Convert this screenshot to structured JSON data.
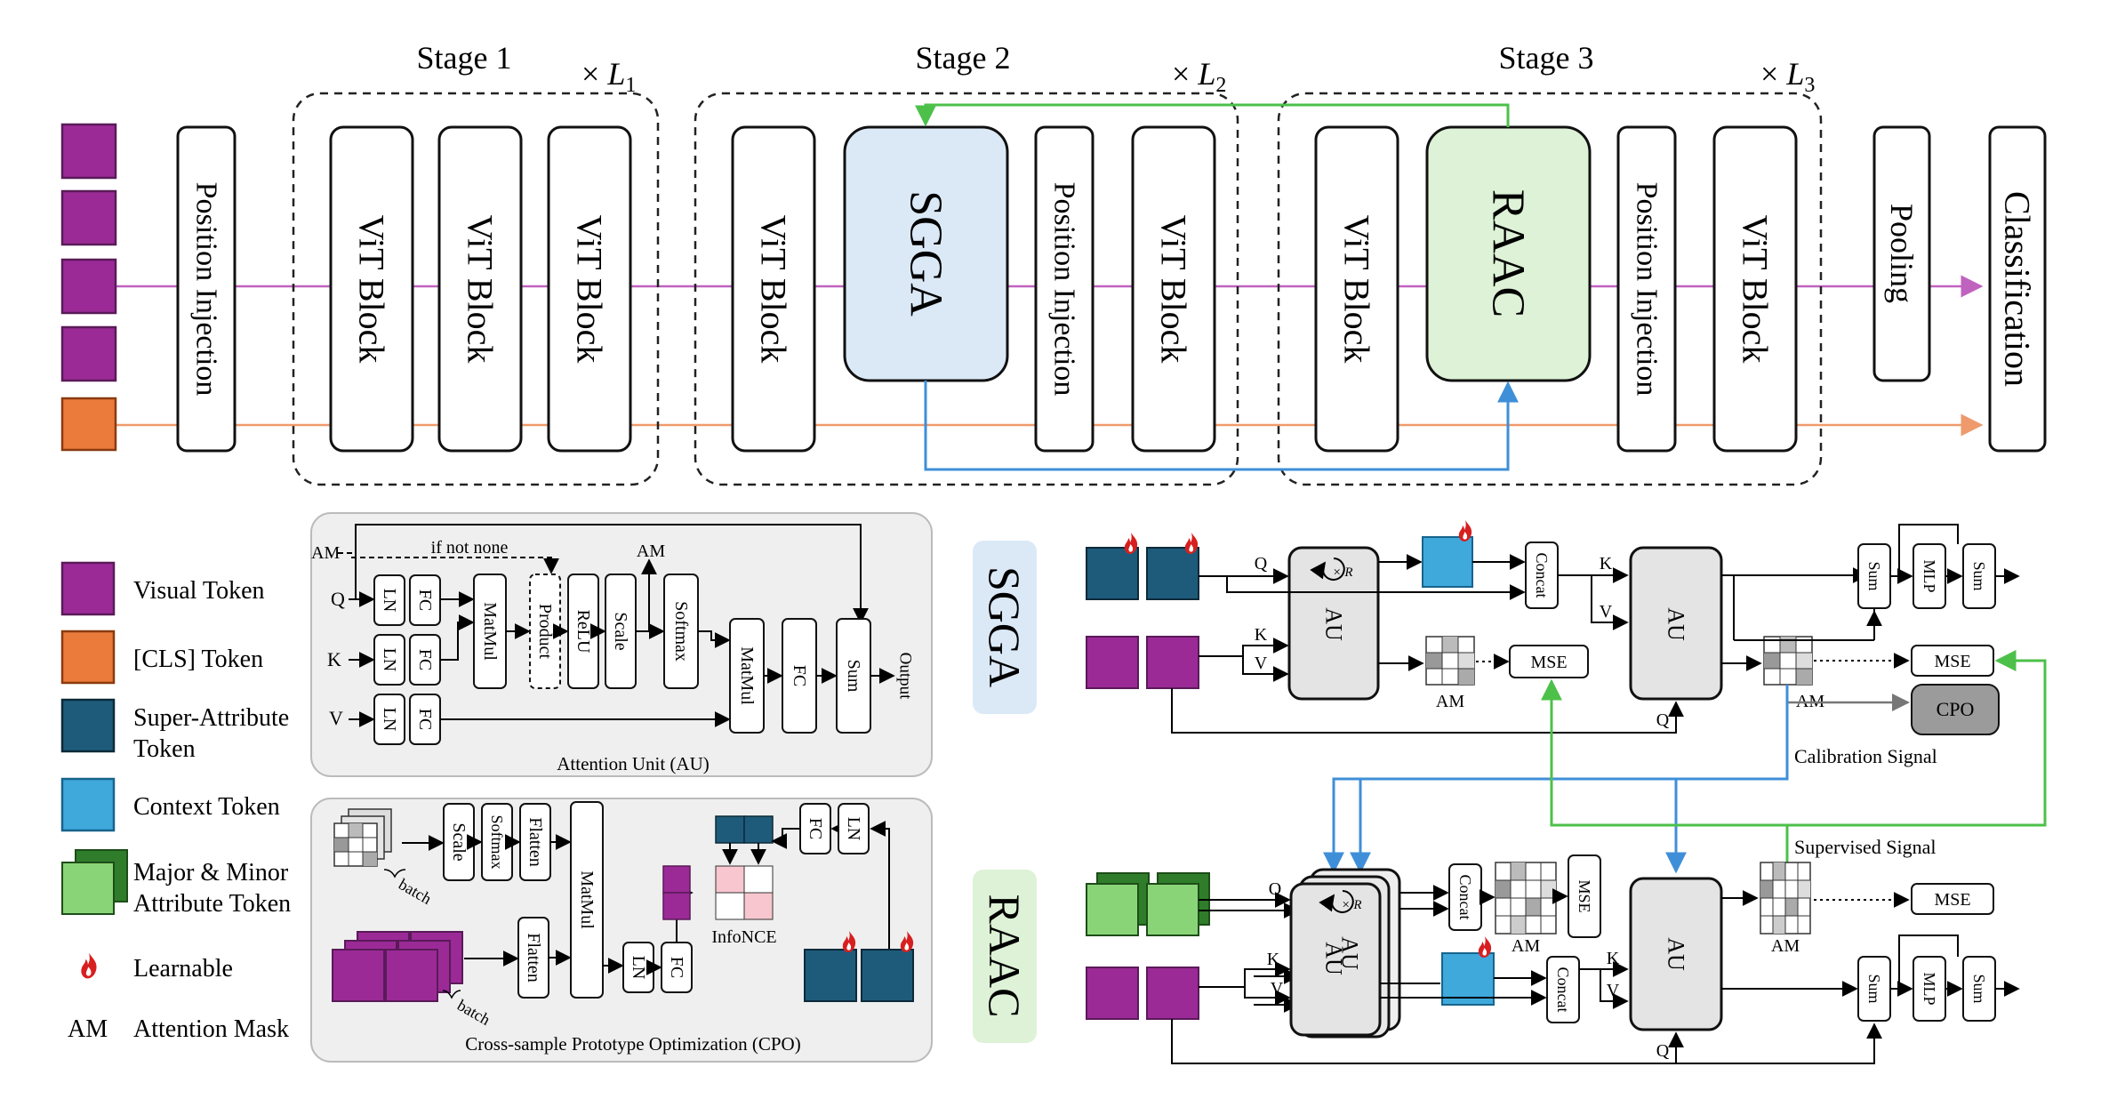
{
  "colors": {
    "visual": "#9b2a97",
    "cls": "#ea7b3b",
    "super": "#1e5b7a",
    "context": "#3fa9dc",
    "attr": "#8ad478",
    "attr_dark": "#2f7d2a",
    "sgga_fill": "#dbe9f7",
    "raac_fill": "#ddf2d6",
    "au_fill": "#e4e4e4",
    "cpo_fill": "#9b9b9b",
    "panel_fill": "#efefef",
    "purple_line": "#c063bf",
    "orange_line": "#ef9a6c",
    "green_line": "#4dc04a",
    "blue_line": "#3f8fd8",
    "pink": "#f7c6cf",
    "flame": "#d71f1f"
  },
  "top": {
    "stage1": "Stage 1",
    "stage2": "Stage 2",
    "stage3": "Stage 3",
    "rep_prefix": "× ",
    "rep1": "L",
    "sub1": "1",
    "rep2": "L",
    "sub2": "2",
    "rep3": "L",
    "sub3": "3",
    "pos_injection": "Position Injection",
    "vit_block": "ViT Block",
    "sgga": "SGGA",
    "raac": "RAAC",
    "pooling": "Pooling",
    "classification": "Classification"
  },
  "legend": {
    "visual": "Visual Token",
    "cls": "[CLS] Token",
    "super1": "Super-Attribute",
    "super2": "Token",
    "context": "Context Token",
    "attr1": "Major & Minor",
    "attr2": "Attribute Token",
    "learnable": "Learnable",
    "am_abbr": "AM",
    "am_full": "Attention Mask"
  },
  "au_panel": {
    "am": "AM",
    "if_not_none": "if not none",
    "q": "Q",
    "k": "K",
    "v": "V",
    "ln": "LN",
    "fc": "FC",
    "matmul": "MatMul",
    "product": "Product",
    "relu": "ReLU",
    "scale": "Scale",
    "am_out": "AM",
    "softmax": "Softmax",
    "matmul2": "MatMul",
    "fc2": "FC",
    "sum": "Sum",
    "output": "Output",
    "caption": "Attention Unit (AU)"
  },
  "cpo_panel": {
    "batch1": "batch",
    "batch2": "batch",
    "scale": "Scale",
    "softmax": "Softmax",
    "flatten1": "Flatten",
    "flatten2": "Flatten",
    "matmul": "MatMul",
    "ln1": "LN",
    "fc1": "FC",
    "fc2": "FC",
    "ln2": "LN",
    "infonce": "InfoNCE",
    "caption": "Cross-sample Prototype Optimization (CPO)"
  },
  "sgga_detail": {
    "label": "SGGA",
    "q": "Q",
    "k": "K",
    "v": "V",
    "au1": "AU",
    "xr": "× R",
    "concat": "Concat",
    "k2": "K",
    "v2": "V",
    "au2": "AU",
    "q2": "Q",
    "am1": "AM",
    "mse1": "MSE",
    "am2": "AM",
    "mse2": "MSE",
    "cpo": "CPO",
    "sum1": "Sum",
    "mlp": "MLP",
    "sum2": "Sum",
    "calibration": "Calibration Signal",
    "supervised": "Supervised Signal"
  },
  "raac_detail": {
    "label": "RAAC",
    "q": "Q",
    "k": "K",
    "v": "V",
    "au1": "AU",
    "au_ghost": "AU",
    "xr": "× R",
    "concat1": "Concat",
    "am1": "AM",
    "mse1": "MSE",
    "concat2": "Concat",
    "k2": "K",
    "v2": "V",
    "au2": "AU",
    "q2": "Q",
    "am2": "AM",
    "mse2": "MSE",
    "sum1": "Sum",
    "mlp": "MLP",
    "sum2": "Sum"
  }
}
